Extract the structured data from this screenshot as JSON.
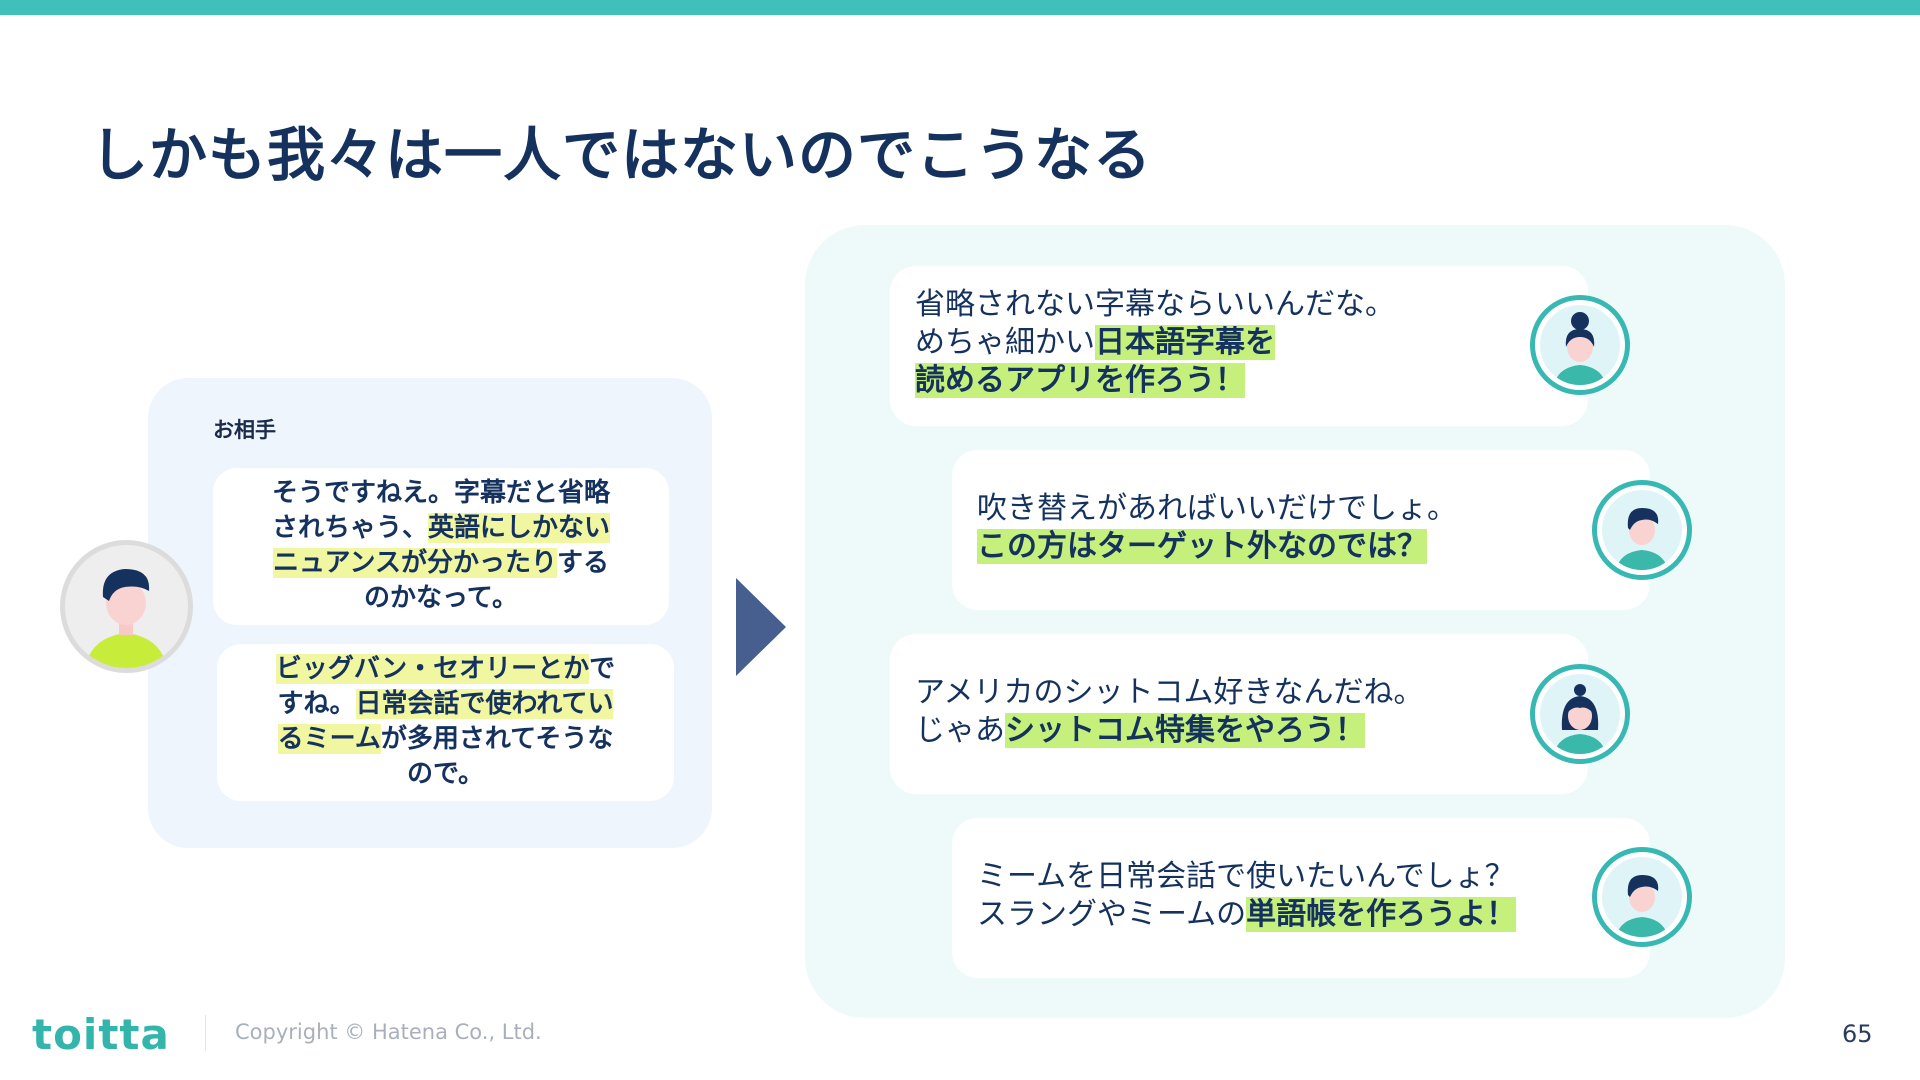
{
  "slide": {
    "title": "しかも我々は一人ではないのでこうなる",
    "page_number": "65"
  },
  "left": {
    "partner_label": "お相手",
    "bubble1": {
      "l1a": "そうですねえ。字幕だと省略",
      "l2a": "されちゃう、",
      "l2b": "英語にしかない",
      "l3a": "ニュアンスが分かったり",
      "l3b": "する",
      "l4a": "のかなって。"
    },
    "bubble2": {
      "l1a": "ビッグバン・セオリーとか",
      "l1b": "で",
      "l2a": "すね。",
      "l2b": "日常会話で使われてい",
      "l3a": "るミーム",
      "l3b": "が多用されてそうな",
      "l4a": "ので。"
    }
  },
  "right": {
    "bubble1": {
      "l1": "省略されない字幕ならいいんだな。",
      "l2a": "めちゃ細かい",
      "l2b": "日本語字幕を",
      "l3a": "読めるアプリを作ろう！"
    },
    "bubble2": {
      "l1": "吹き替えがあればいいだけでしょ。",
      "l2a": "この方はターゲット外なのでは？"
    },
    "bubble3": {
      "l1": "アメリカのシットコム好きなんだね。",
      "l2a": "じゃあ",
      "l2b": "シットコム特集をやろう！"
    },
    "bubble4": {
      "l1": "ミームを日常会話で使いたいんでしょ？",
      "l2a": "スラングやミームの",
      "l2b": "単語帳を作ろうよ！"
    }
  },
  "footer": {
    "logo": "toitta",
    "copyright": "Copyright © Hatena Co., Ltd."
  },
  "colors": {
    "accent_teal": "#3fc0bb",
    "title_navy": "#15325e",
    "highlight_yellow": "#f0f7a0",
    "highlight_green": "#c6f07c",
    "arrow_blue": "#475f8e"
  },
  "icons": {
    "left_avatar": "person-avatar-icon",
    "right_avatars": [
      "woman-bun-avatar-icon",
      "man-avatar-icon",
      "woman-avatar-icon",
      "man-avatar-icon"
    ]
  }
}
